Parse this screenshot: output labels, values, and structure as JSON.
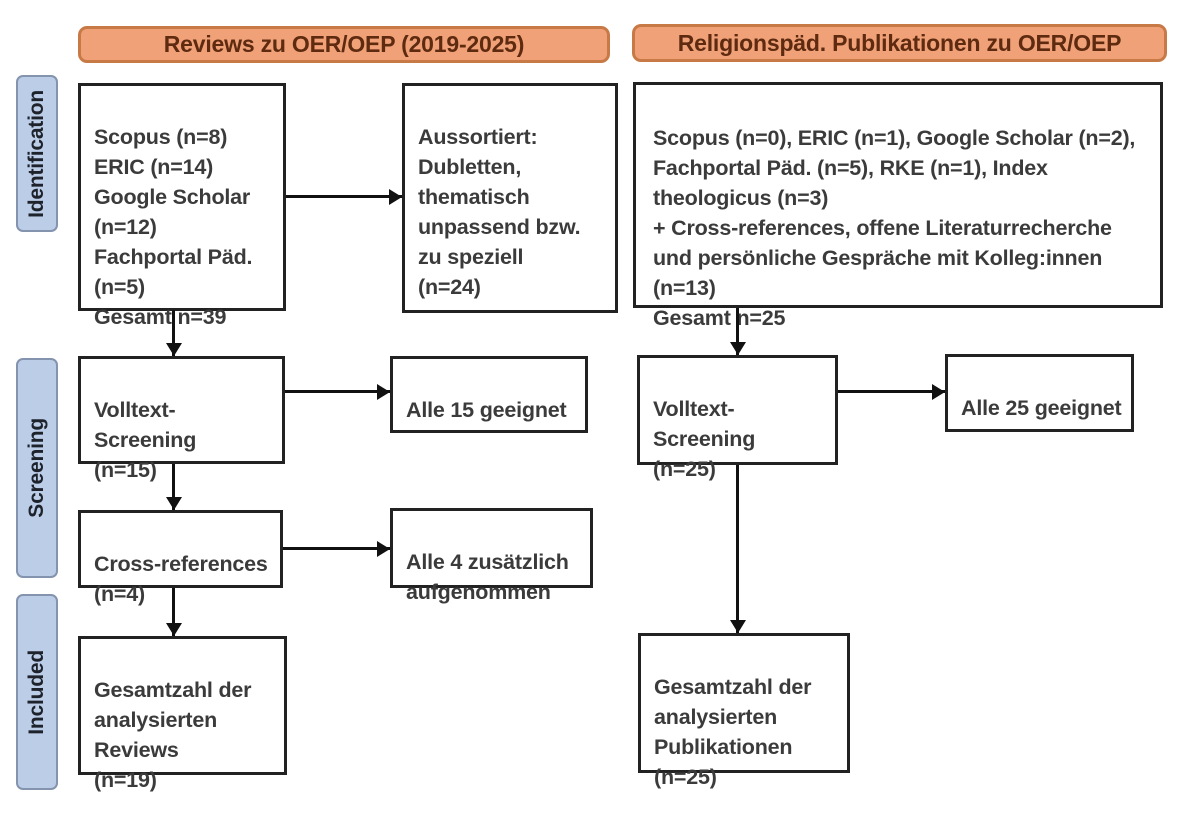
{
  "headers": {
    "left": "Reviews zu OER/OEP (2019-2025)",
    "right": "Religionspäd. Publikationen zu OER/OEP"
  },
  "sidebar": {
    "identification": "Identification",
    "screening": "Screening",
    "included": "Included"
  },
  "left_column": {
    "identification_sources": "Scopus (n=8)\nERIC (n=14)\nGoogle Scholar\n(n=12)\nFachportal Päd.\n(n=5)\nGesamt n=39",
    "excluded": "Aussortiert:\nDubletten,\nthematisch\nunpassend bzw.\nzu speziell\n(n=24)",
    "fulltext_screening": "Volltext-\nScreening\n(n=15)",
    "all_suitable": "Alle 15 geeignet",
    "cross_references": "Cross-references\n(n=4)",
    "additional_included": "Alle 4 zusätzlich\naufgenommen",
    "total": "Gesamtzahl der\nanalysierten\nReviews\n(n=19)"
  },
  "right_column": {
    "identification_sources": "Scopus (n=0), ERIC (n=1), Google Scholar (n=2),\nFachportal Päd. (n=5), RKE (n=1), Index\ntheologicus (n=3)\n+ Cross-references, offene Literaturrecherche\nund persönliche Gespräche mit Kolleg:innen\n(n=13)\nGesamt n=25",
    "fulltext_screening": "Volltext-\nScreening\n(n=25)",
    "all_suitable": "Alle 25 geeignet",
    "total": "Gesamtzahl der\nanalysierten\nPublikationen\n(n=25)"
  },
  "colors": {
    "header_fill": "#f0a178",
    "header_border": "#c87a46",
    "header_text": "#5e2a10",
    "stage_fill": "#bccde8",
    "stage_border": "#8494af",
    "box_border": "#222222",
    "box_text": "#3b3b3b",
    "arrow": "#111111"
  }
}
